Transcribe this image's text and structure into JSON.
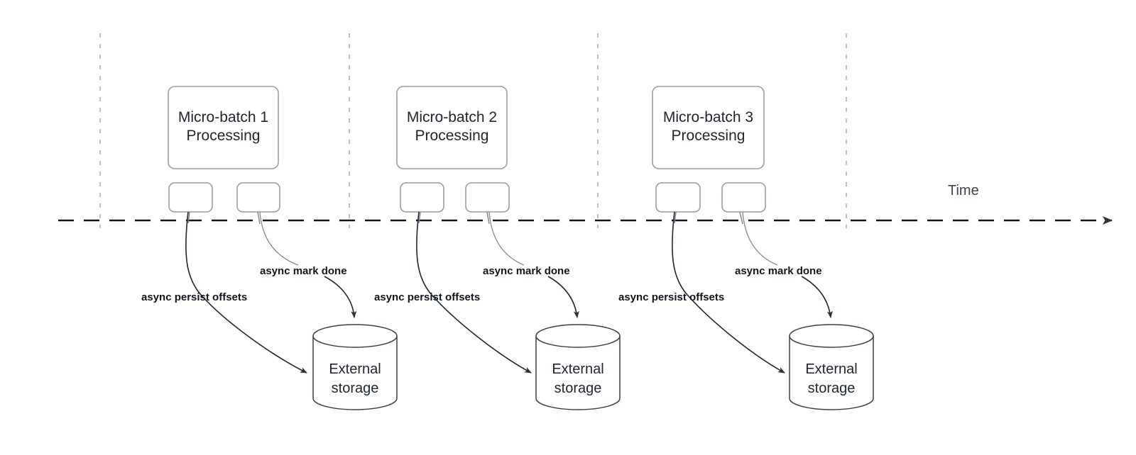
{
  "diagram": {
    "title_visible": false,
    "time_axis": {
      "label": "Time",
      "style": "dashed-arrow",
      "color": "#11161f"
    },
    "colors": {
      "background": "#ffffff",
      "box_border": "#9a9ca3",
      "cylinder_border": "#3a3f4b",
      "text": "#1f2430",
      "edge_label_text": "#11161f",
      "lifeline": "#b6b8bd",
      "timeline": "#11161f"
    },
    "batches": [
      {
        "id": "batch-1",
        "line1": "Micro-batch 1",
        "line2": "Processing",
        "edges": [
          {
            "id": "persist-1",
            "label": "async persist offsets"
          },
          {
            "id": "mark-1",
            "label": "async mark done"
          }
        ],
        "storage": {
          "line1": "External",
          "line2": "storage"
        }
      },
      {
        "id": "batch-2",
        "line1": "Micro-batch 2",
        "line2": "Processing",
        "edges": [
          {
            "id": "persist-2",
            "label": "async persist offsets"
          },
          {
            "id": "mark-2",
            "label": "async mark done"
          }
        ],
        "storage": {
          "line1": "External",
          "line2": "storage"
        }
      },
      {
        "id": "batch-3",
        "line1": "Micro-batch 3",
        "line2": "Processing",
        "edges": [
          {
            "id": "persist-3",
            "label": "async persist offsets"
          },
          {
            "id": "mark-3",
            "label": "async mark done"
          }
        ],
        "storage": {
          "line1": "External",
          "line2": "storage"
        }
      }
    ]
  }
}
